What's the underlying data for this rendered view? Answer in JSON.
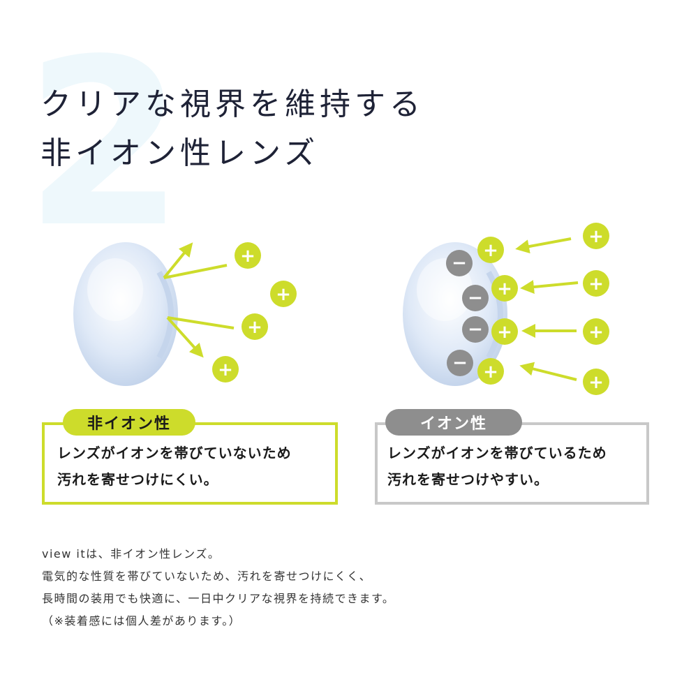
{
  "heading": {
    "number": "2",
    "line1": "クリアな視界を維持する",
    "line2": "非イオン性レンズ"
  },
  "non_ionic": {
    "label": "非イオン性",
    "line1": "レンズがイオンを帯びていないため",
    "line2": "汚れを寄せつけにくい。"
  },
  "ionic": {
    "label": "イオン性",
    "line1": "レンズがイオンを帯びているため",
    "line2": "汚れを寄せつけやすい。"
  },
  "symbols": {
    "plus": "+",
    "minus": "−"
  },
  "body": {
    "lines": [
      "view itは、非イオン性レンズ。",
      "電気的な性質を帯びていないため、汚れを寄せつけにくく、",
      "長時間の装用でも快適に、一日中クリアな視界を持続できます。",
      "（※装着感には個人差があります。）"
    ]
  },
  "colors": {
    "accent_green": "#cddc2b",
    "ion_gray": "#8e8e8e",
    "number_tint": "#eef8fc",
    "title": "#1e2236"
  }
}
